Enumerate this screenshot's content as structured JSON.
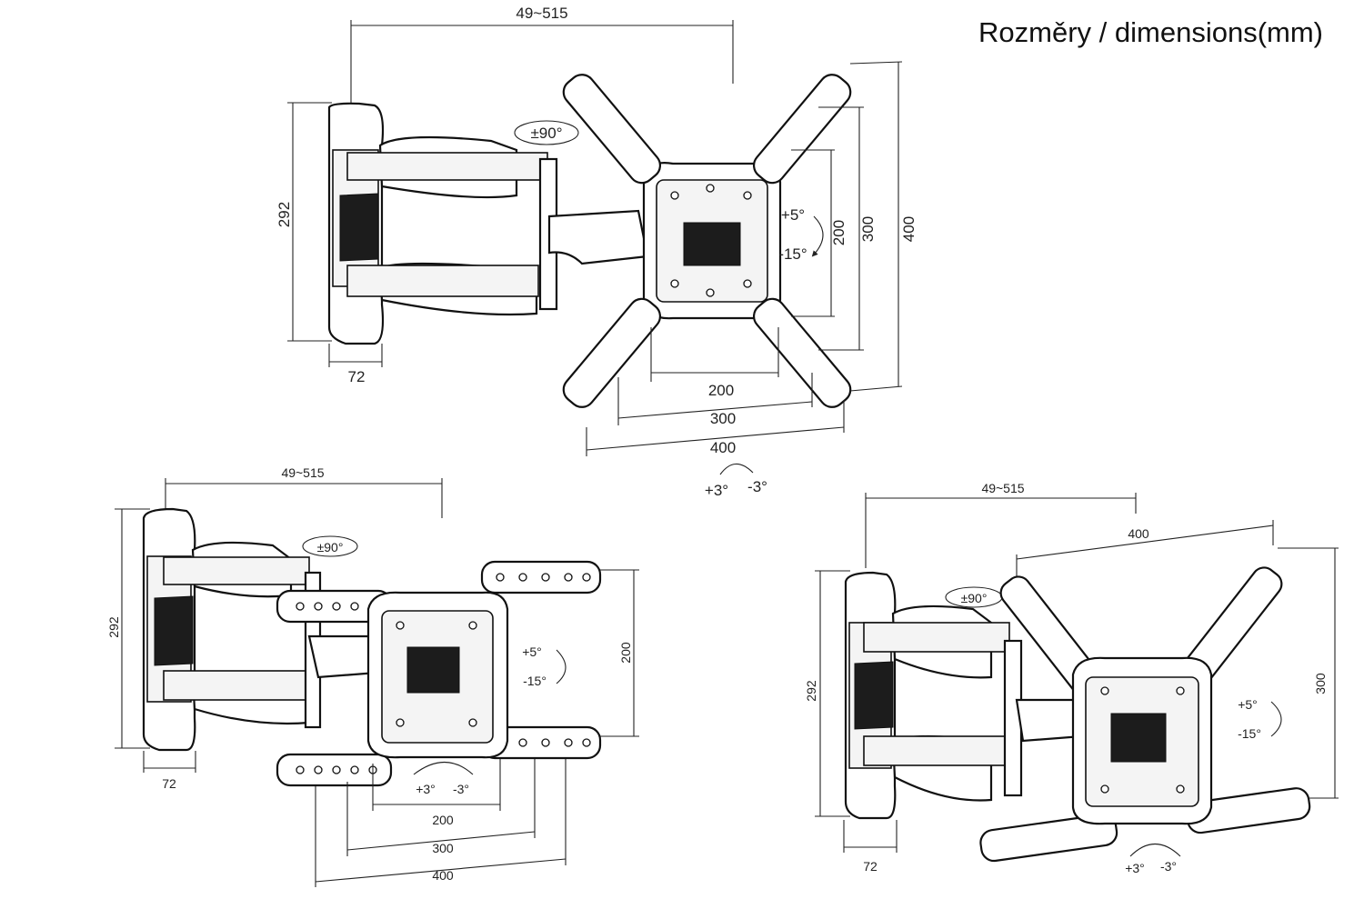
{
  "title": "Rozměry / dimensions(mm)",
  "labels": {
    "reach": "49~515",
    "height": "292",
    "depth": "72",
    "swivel": "±90°",
    "tilt_up": "+5°",
    "tilt_down": "-15°",
    "level_plus": "+3°",
    "level_minus": "-3°",
    "vesa_200": "200",
    "vesa_300": "300",
    "vesa_400": "400"
  },
  "colors": {
    "line": "#111111",
    "background": "#ffffff"
  },
  "views": [
    {
      "name": "top-view",
      "bracket": "x-shape",
      "vesa_h": [
        "200",
        "300",
        "400"
      ],
      "vesa_v": [
        "200",
        "300",
        "400"
      ]
    },
    {
      "name": "bottom-left-view",
      "bracket": "horizontal",
      "vesa_h": [
        "200",
        "300",
        "400"
      ],
      "vesa_v": [
        "200"
      ]
    },
    {
      "name": "bottom-right-view",
      "bracket": "tilted-v",
      "vesa_h": [
        "400"
      ],
      "vesa_v": [
        "300"
      ]
    }
  ]
}
